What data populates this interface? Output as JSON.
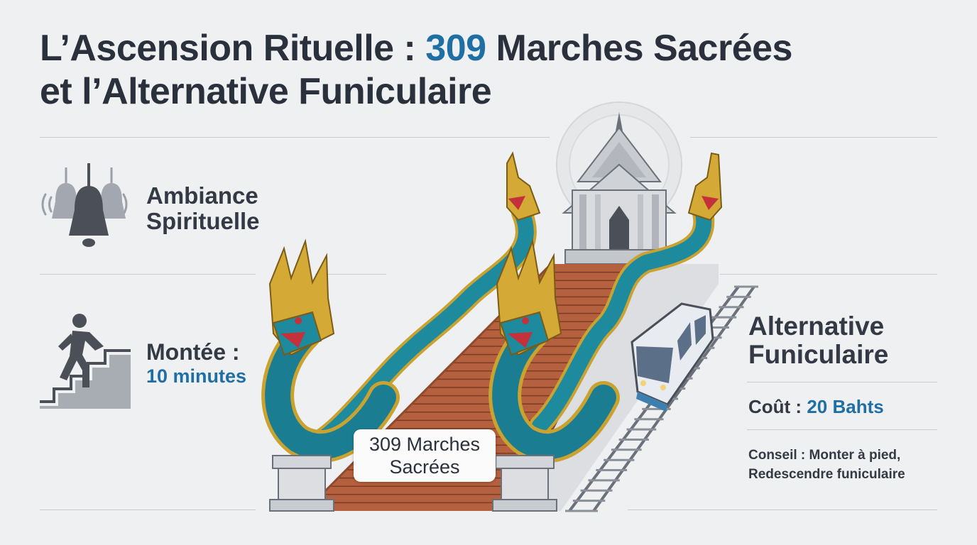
{
  "title": {
    "line1_prefix": "L’Ascension Rituelle : ",
    "line1_accent": "309",
    "line1_suffix": " Marches Sacrées",
    "line2": "et l’Alternative Funiculaire"
  },
  "left_panel": {
    "ambiance": {
      "icon": "bells-icon",
      "line1": "Ambiance",
      "line2": "Spirituelle"
    },
    "climb": {
      "icon": "climbing-stairs-icon",
      "label": "Montée :",
      "duration": "10 minutes"
    }
  },
  "center": {
    "steps_badge_line1": "309 Marches",
    "steps_badge_line2": "Sacrées",
    "illustration_icons": [
      "temple-icon",
      "naga-serpent-icon",
      "staircase-icon",
      "funicular-icon"
    ]
  },
  "right_panel": {
    "heading_line1": "Alternative",
    "heading_line2": "Funiculaire",
    "cost_label": "Coût : ",
    "cost_value": "20 Bahts",
    "tip_line1": "Conseil : Monter à pied,",
    "tip_line2": "Redescendre funiculaire"
  },
  "colors": {
    "background": "#eff0f1",
    "text_dark": "#2b313c",
    "accent_blue": "#1f6ea4",
    "stair_brick": "#b5603e",
    "naga_blue": "#1e8a9e",
    "naga_gold": "#c9a230"
  }
}
